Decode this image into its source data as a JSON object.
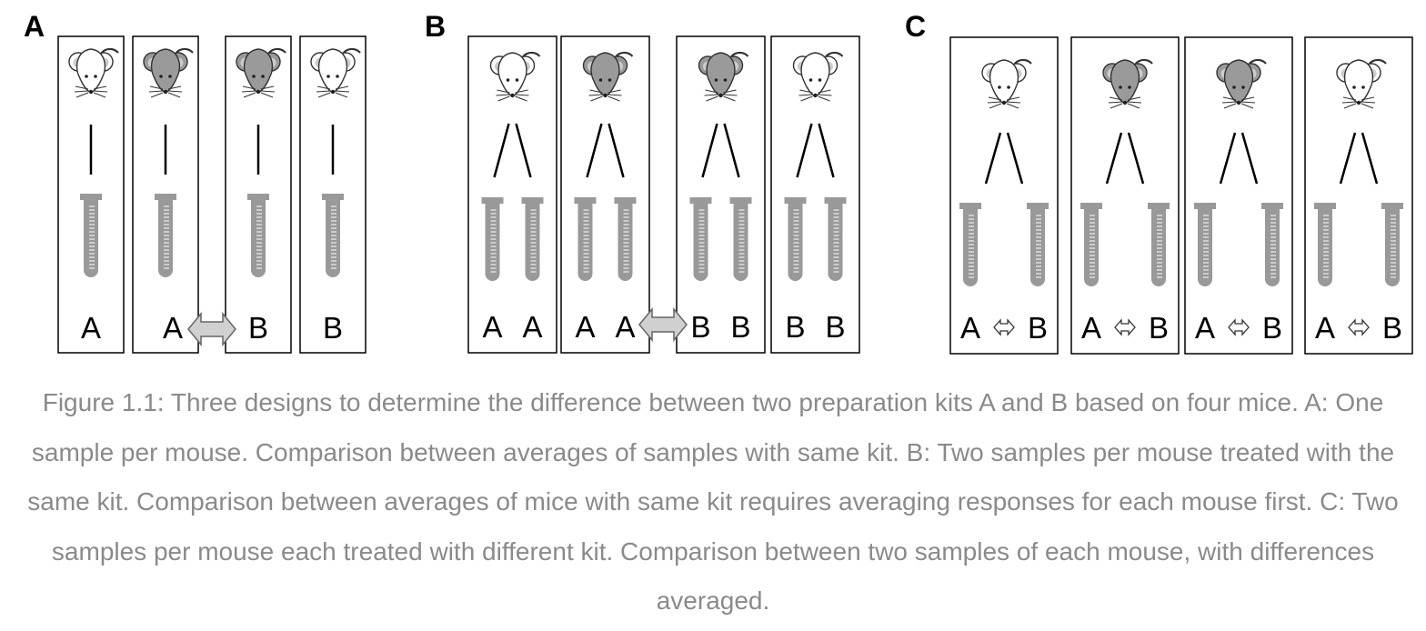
{
  "panels": [
    {
      "id": "A",
      "lanes": [
        {
          "mouse": "white",
          "labels": [
            "A"
          ]
        },
        {
          "mouse": "grey",
          "labels": [
            "A"
          ]
        },
        {
          "mouse": "grey",
          "labels": [
            "B"
          ]
        },
        {
          "mouse": "white",
          "labels": [
            "B"
          ]
        }
      ],
      "compare": "between-lanes",
      "compare_icon": "double-arrow-icon"
    },
    {
      "id": "B",
      "lanes": [
        {
          "mouse": "white",
          "labels": [
            "A",
            "A"
          ]
        },
        {
          "mouse": "grey",
          "labels": [
            "A",
            "A"
          ]
        },
        {
          "mouse": "grey",
          "labels": [
            "B",
            "B"
          ]
        },
        {
          "mouse": "white",
          "labels": [
            "B",
            "B"
          ]
        }
      ],
      "compare": "between-lanes",
      "compare_icon": "double-arrow-icon"
    },
    {
      "id": "C",
      "lanes": [
        {
          "mouse": "white",
          "labels": [
            "A",
            "B"
          ]
        },
        {
          "mouse": "grey",
          "labels": [
            "A",
            "B"
          ]
        },
        {
          "mouse": "grey",
          "labels": [
            "A",
            "B"
          ]
        },
        {
          "mouse": "white",
          "labels": [
            "A",
            "B"
          ]
        }
      ],
      "compare": "within-lane",
      "compare_icon": "small-double-arrow-icon"
    }
  ],
  "colors": {
    "mouse_white": "#ffffff",
    "mouse_grey": "#9a9a9a",
    "tube": "#999999",
    "arrow_fill": "#d0d0d0",
    "caption": "#8a8a8a"
  },
  "caption": "Figure 1.1: Three designs to determine the difference between two preparation kits A and B based on four mice. A: One sample per mouse. Comparison between averages of samples with same kit. B: Two samples per mouse treated with the same kit. Comparison between averages of mice with same kit requires averaging responses for each mouse first. C: Two samples per mouse each treated with different kit. Comparison between two samples of each mouse, with differences averaged."
}
